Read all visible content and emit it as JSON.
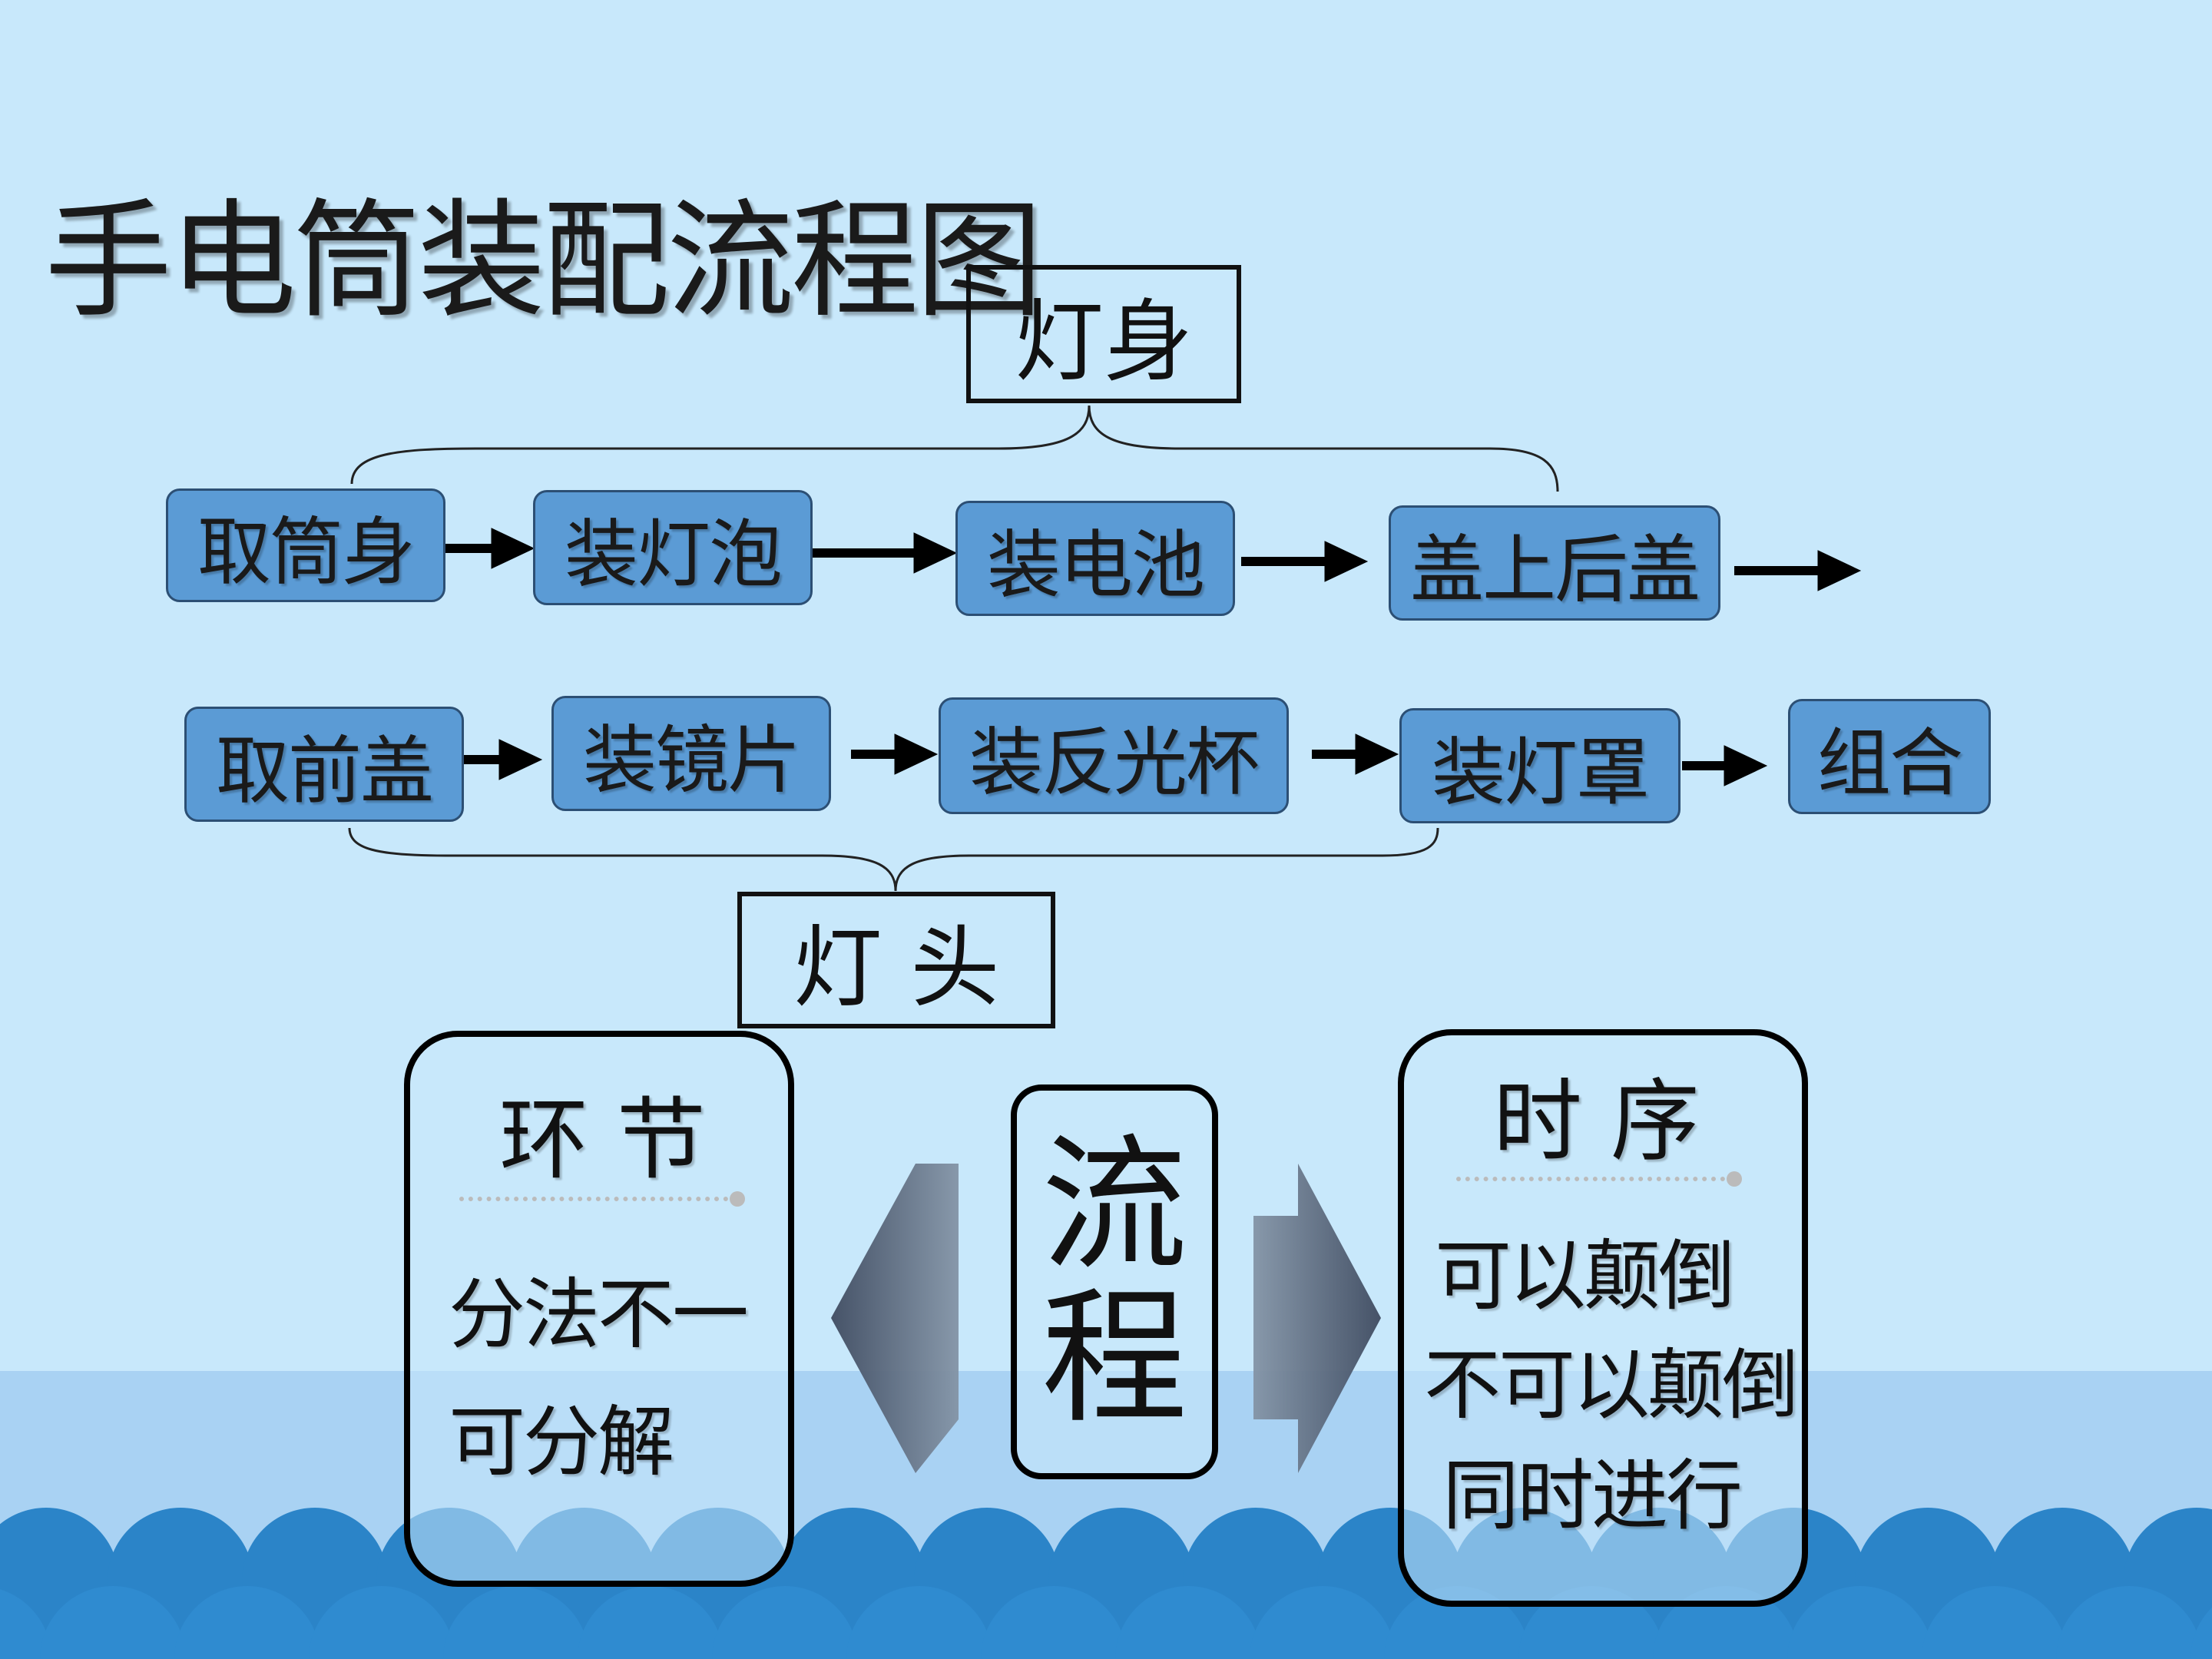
{
  "title": "手电筒装配流程图",
  "group_labels": {
    "body": "灯身",
    "head": "灯 头"
  },
  "row1_steps": [
    "取筒身",
    "装灯泡",
    "装电池",
    "盖上后盖"
  ],
  "row2_steps": [
    "取前盖",
    "装镜片",
    "装反光杯",
    "装灯罩",
    "组合"
  ],
  "left_panel": {
    "heading": "环  节",
    "lines": [
      "分法不一",
      "可分解"
    ]
  },
  "center": {
    "chars": [
      "流",
      "程"
    ]
  },
  "right_panel": {
    "heading": "时  序",
    "lines": [
      "可以颠倒",
      "不可以颠倒",
      "同时进行"
    ]
  },
  "colors": {
    "background": "#c8e8fb",
    "step_fill": "#5b9bd5",
    "wave": "#2b84c8",
    "arrow_dark": "#44546a"
  }
}
